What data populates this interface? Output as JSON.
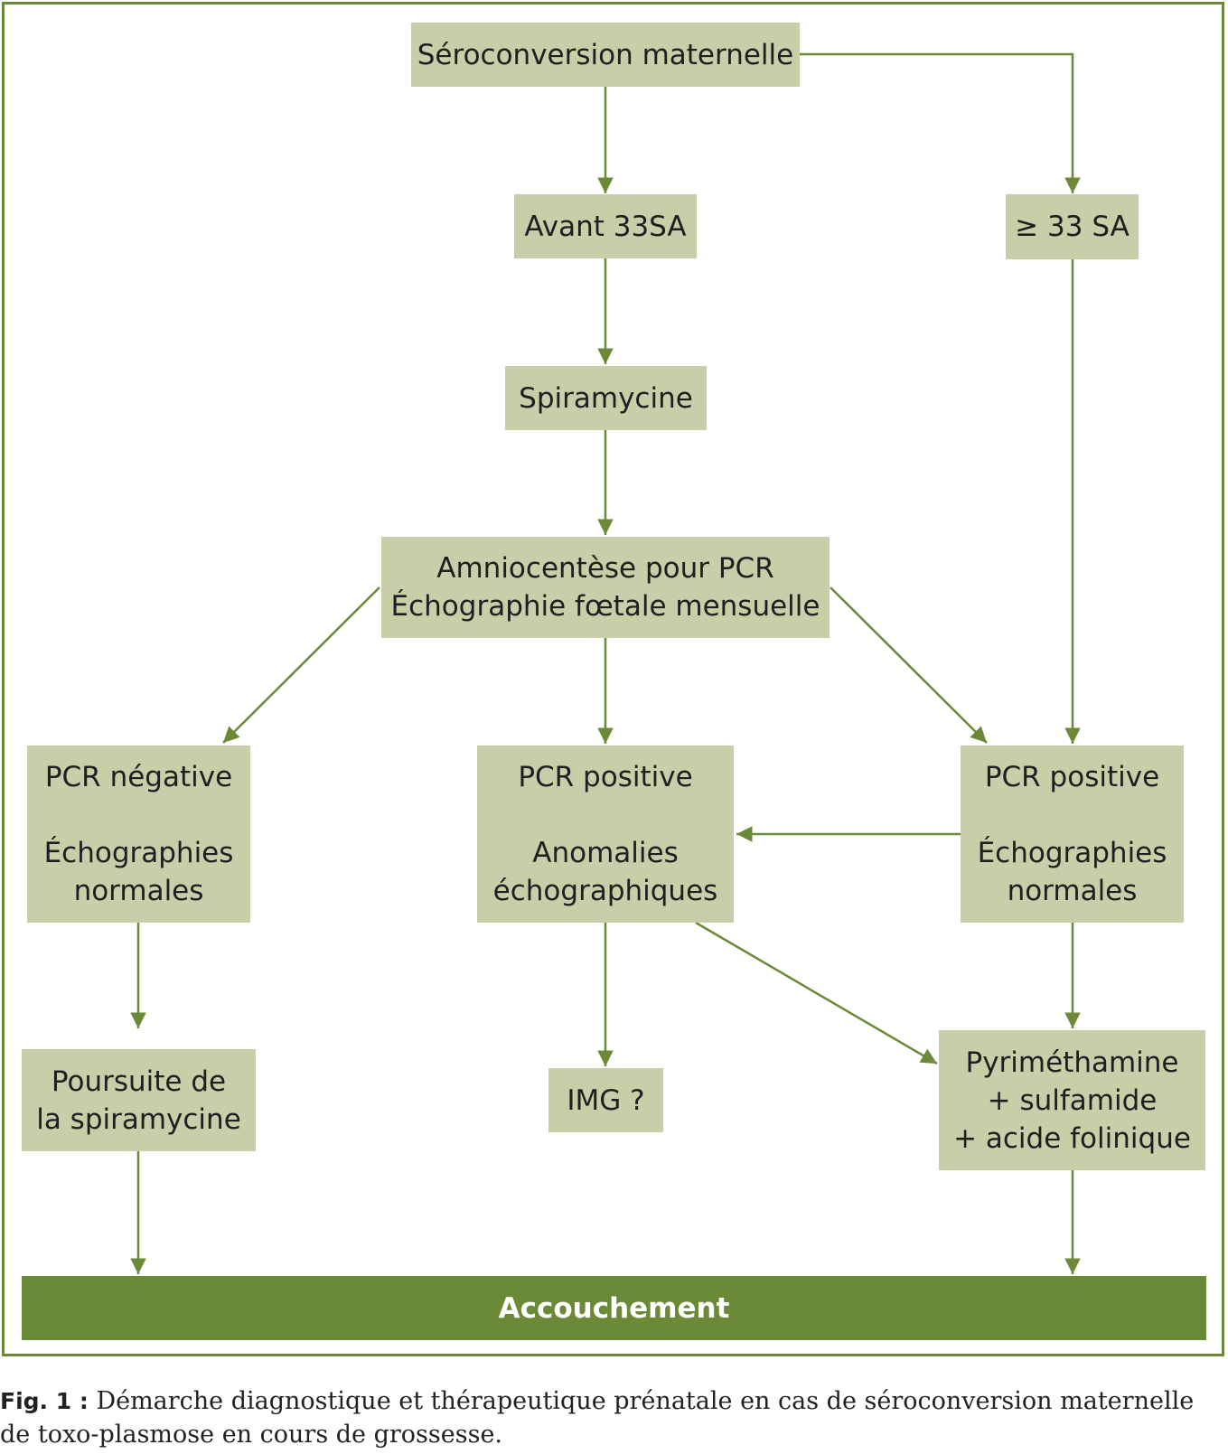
{
  "nodes": {
    "seroconversion": "Séroconversion maternelle",
    "avant33": "Avant 33SA",
    "ge33": "≥ 33 SA",
    "spiramycine": "Spiramycine",
    "amnio": {
      "line1": "Amniocentèse pour PCR",
      "line2": "Échographie fœtale mensuelle"
    },
    "pcr_negative": {
      "line1": "PCR négative",
      "line2": "Échographies",
      "line3": "normales"
    },
    "pcr_positive_anomalies": {
      "line1": "PCR positive",
      "line2": "Anomalies",
      "line3": "échographiques"
    },
    "pcr_positive_normales": {
      "line1": "PCR positive",
      "line2": "Échographies",
      "line3": "normales"
    },
    "poursuite": {
      "line1": "Poursuite de",
      "line2": "la spiramycine"
    },
    "img": "IMG ?",
    "pyrimethamine": {
      "line1": "Pyriméthamine",
      "line2": "+ sulfamide",
      "line3": "+ acide folinique"
    },
    "accouchement": "Accouchement"
  },
  "caption": {
    "label": "Fig. 1 :",
    "text": "Démarche diagnostique et thérapeutique prénatale en cas de séroconversion maternelle de toxo-plasmose en cours de grossesse."
  },
  "colors": {
    "box_fill": "#c9cea9",
    "accent": "#6b8a38",
    "frame": "#6b8a38"
  }
}
